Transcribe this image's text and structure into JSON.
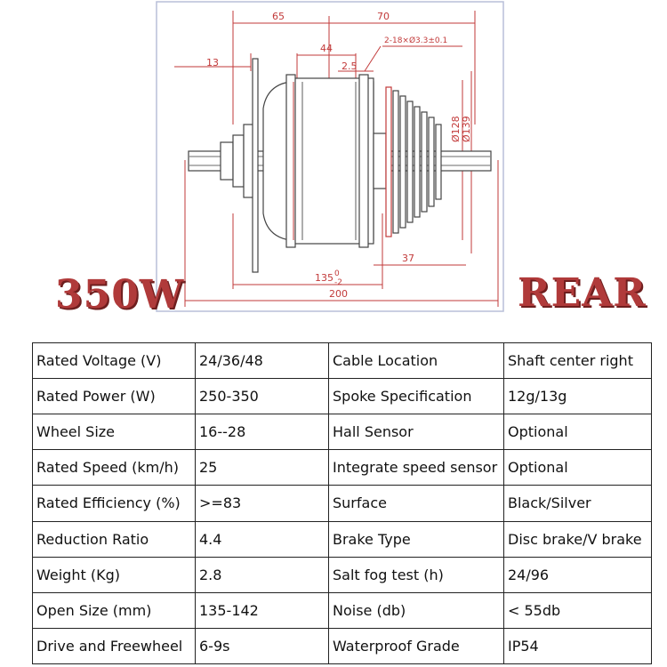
{
  "drawing": {
    "dims": {
      "d65": "65",
      "d70": "70",
      "d44": "44",
      "d13": "13",
      "d25": "2.5",
      "holes": "2-18×Ø3.3±0.1",
      "phi128": "Ø128",
      "phi139": "Ø139",
      "d37": "37",
      "d135": "135",
      "d135tol": "0",
      "d135tol2": "-2",
      "d200": "200"
    }
  },
  "titles": {
    "power": "350W",
    "position": "REAR"
  },
  "spec_rows": [
    [
      "Rated Voltage (V)",
      "24/36/48",
      "Cable Location",
      "Shaft center right"
    ],
    [
      "Rated Power (W)",
      "250-350",
      "Spoke Specification",
      "12g/13g"
    ],
    [
      "Wheel Size",
      "16--28",
      "Hall Sensor",
      "Optional"
    ],
    [
      "Rated Speed (km/h)",
      "25",
      "Integrate speed sensor",
      "Optional"
    ],
    [
      "Rated Efficiency (%)",
      ">=83",
      "Surface",
      "Black/Silver"
    ],
    [
      "Reduction Ratio",
      "4.4",
      "Brake Type",
      "Disc brake/V brake"
    ],
    [
      "Weight (Kg)",
      "2.8",
      "Salt fog test (h)",
      "24/96"
    ],
    [
      "Open Size (mm)",
      " 135-142",
      "Noise (db)",
      "< 55db"
    ],
    [
      "Drive and Freewheel",
      "6-9s",
      "Waterproof Grade",
      "IP54"
    ]
  ]
}
